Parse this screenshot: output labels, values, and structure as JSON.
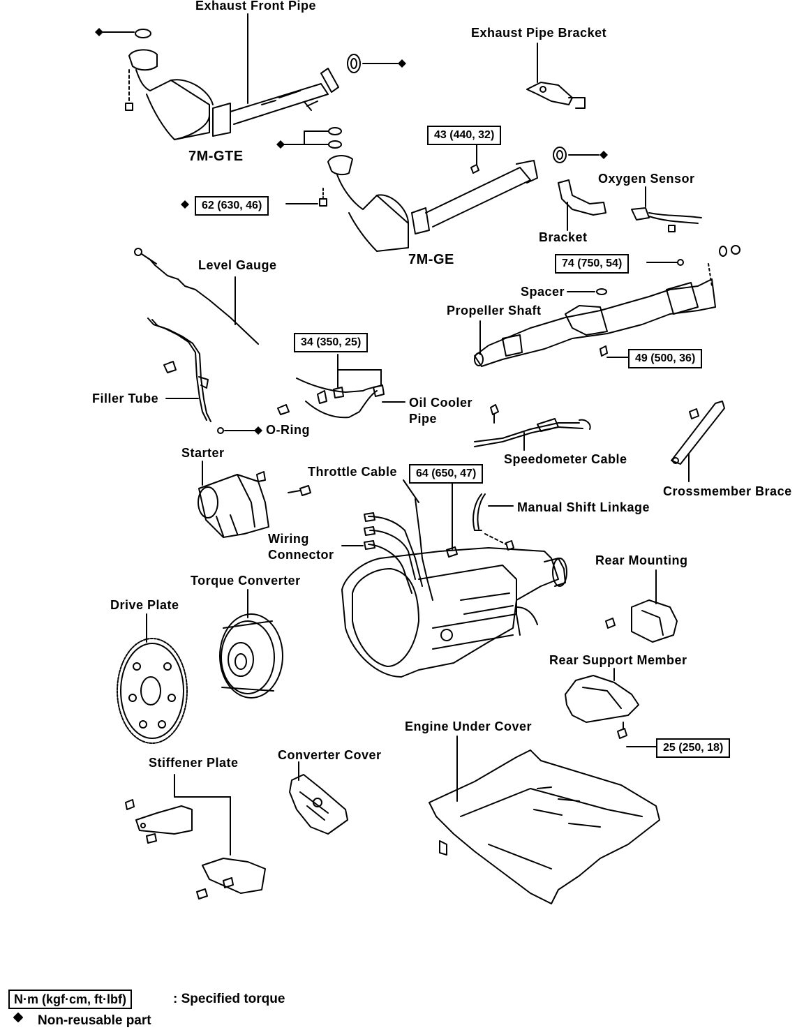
{
  "labels": {
    "exhaust_front_pipe": "Exhaust Front Pipe",
    "exhaust_pipe_bracket": "Exhaust Pipe Bracket",
    "model_7mgte": "7M-GTE",
    "model_7mge": "7M-GE",
    "oxygen_sensor": "Oxygen Sensor",
    "bracket": "Bracket",
    "level_gauge": "Level Gauge",
    "spacer": "Spacer",
    "propeller_shaft": "Propeller Shaft",
    "filler_tube": "Filler Tube",
    "oil_cooler_pipe_1": "Oil Cooler",
    "oil_cooler_pipe_2": "Pipe",
    "o_ring": "O-Ring",
    "speedometer_cable": "Speedometer Cable",
    "crossmember_brace": "Crossmember Brace",
    "starter": "Starter",
    "throttle_cable": "Throttle Cable",
    "manual_shift_linkage": "Manual Shift Linkage",
    "wiring_connector_1": "Wiring",
    "wiring_connector_2": "Connector",
    "rear_mounting": "Rear Mounting",
    "torque_converter": "Torque Converter",
    "drive_plate": "Drive Plate",
    "rear_support_member": "Rear Support Member",
    "engine_under_cover": "Engine Under Cover",
    "stiffener_plate": "Stiffener Plate",
    "converter_cover": "Converter Cover"
  },
  "torques": {
    "t43": "43 (440, 32)",
    "t62": "62 (630, 46)",
    "t74": "74 (750, 54)",
    "t49": "49 (500, 36)",
    "t34": "34 (350, 25)",
    "t64": "64 (650, 47)",
    "t25": "25 (250, 18)"
  },
  "legend": {
    "unit_box": "N·m (kgf·cm, ft·lbf)",
    "unit_desc": ":  Specified torque",
    "nonreusable": "Non-reusable part"
  }
}
